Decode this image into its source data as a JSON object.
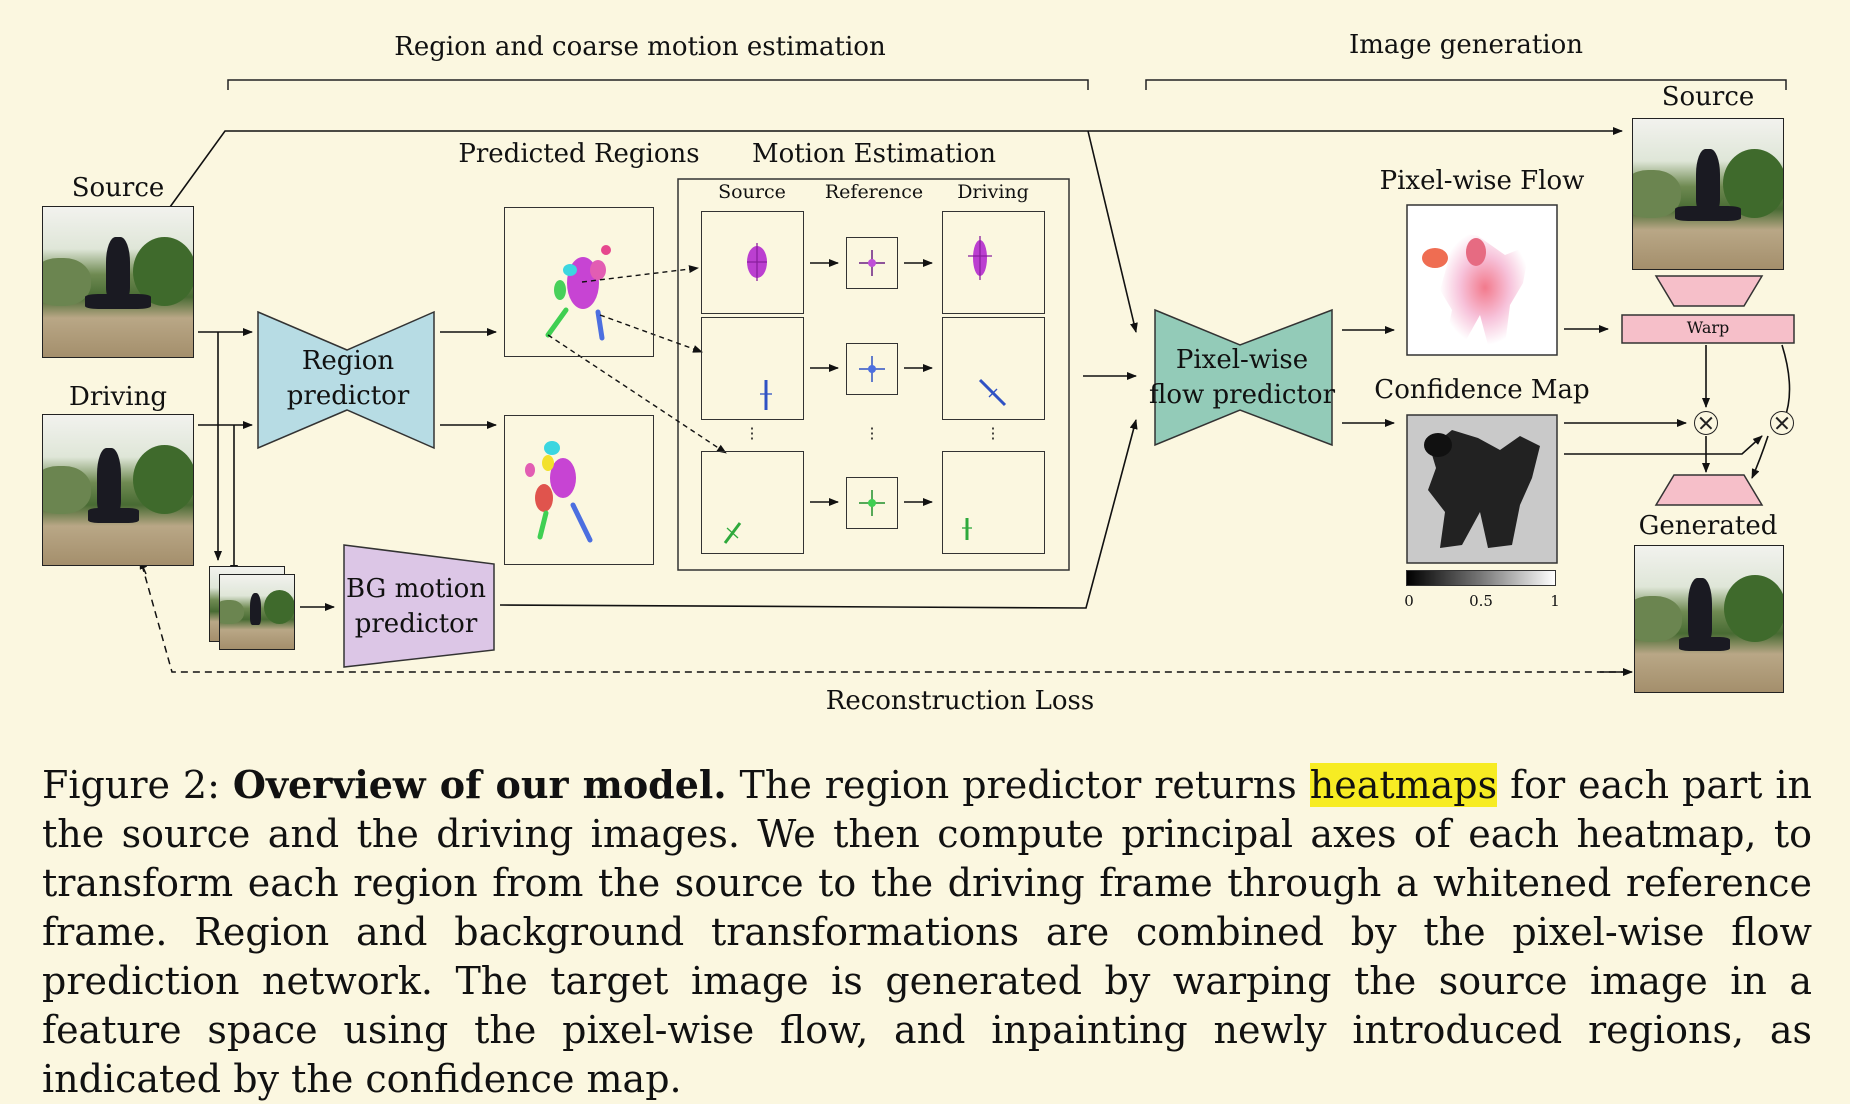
{
  "figure": {
    "section_labels": {
      "region": "Region and coarse motion estimation",
      "generation": "Image generation"
    },
    "inputs": {
      "source": "Source",
      "driving": "Driving"
    },
    "predicted_regions": "Predicted Regions",
    "motion_estimation": {
      "title": "Motion Estimation",
      "columns": [
        "Source",
        "Reference",
        "Driving"
      ],
      "ellipsis": "⋮"
    },
    "networks": {
      "region_predictor": [
        "Region",
        "predictor"
      ],
      "bg_motion_predictor": [
        "BG motion",
        "predictor"
      ],
      "flow_predictor": [
        "Pixel-wise",
        "flow predictor"
      ]
    },
    "outputs": {
      "pixel_flow": "Pixel-wise Flow",
      "confidence_map": "Confidence Map",
      "colorbar_ticks": [
        "0",
        "0.5",
        "1"
      ],
      "warp": "Warp",
      "source": "Source",
      "generated": "Generated"
    },
    "reconstruction_loss": "Reconstruction Loss"
  },
  "caption": {
    "label": "Figure 2:",
    "bold": "Overview of our model.",
    "pre_highlight": "The region predictor returns",
    "highlight": "heatmaps",
    "post_highlight": "for each part in the source and the driving images. We then compute principal axes of each heatmap, to transform each region from the source to the driving frame through a whitened reference frame. Region and background transformations are combined by the pixel-wise flow prediction network. The target image is generated by warping the source image in a feature space using the pixel-wise flow, and inpainting newly introduced regions, as indicated by the confidence map."
  },
  "colors": {
    "page_background": "#fbf7e0",
    "region_predictor": "#b7dce4",
    "bg_motion_predictor": "#dcc6e6",
    "flow_predictor": "#93cbb8",
    "warp": "#f6bfc9",
    "highlight": "#f7ec23"
  }
}
